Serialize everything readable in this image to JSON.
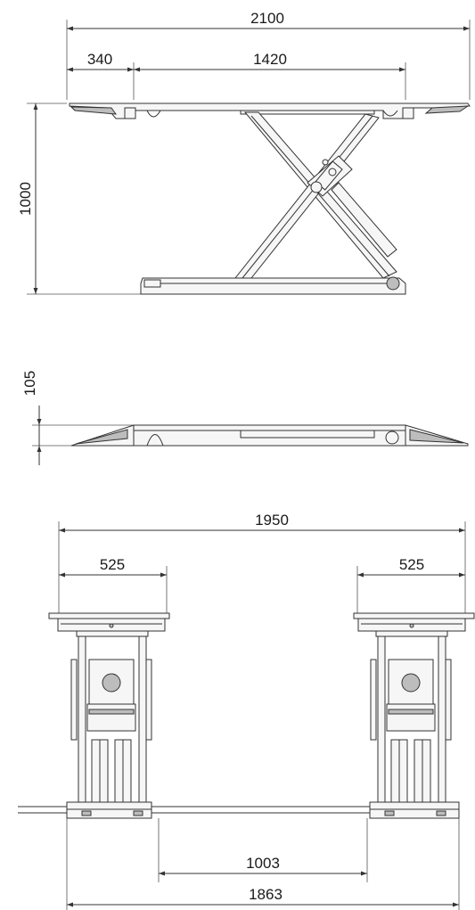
{
  "dimensions": {
    "top_view": {
      "overall_length": "2100",
      "ramp_length": "340",
      "platform_length": "1420",
      "lift_height": "1000"
    },
    "side_view": {
      "min_height": "105"
    },
    "front_view": {
      "overall_width": "1950",
      "left_platform_width": "525",
      "right_platform_width": "525",
      "inner_gap": "1003",
      "outer_base_width": "1863"
    }
  },
  "colors": {
    "line": "#333333",
    "fill": "#f6f6f6",
    "shade": "#bdbdbd"
  }
}
